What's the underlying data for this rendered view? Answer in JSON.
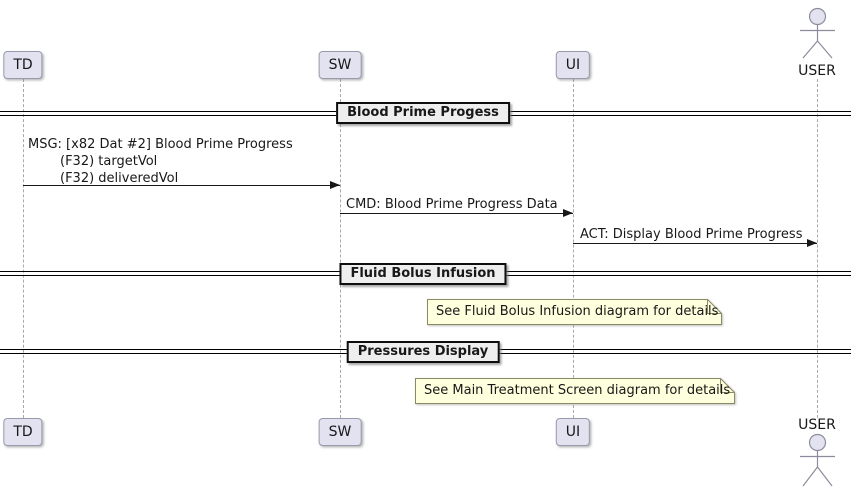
{
  "participants": [
    {
      "name": "TD",
      "type": "participant"
    },
    {
      "name": "SW",
      "type": "participant"
    },
    {
      "name": "UI",
      "type": "participant"
    },
    {
      "name": "USER",
      "type": "actor"
    }
  ],
  "sections": [
    {
      "title": "Blood Prime Progess",
      "messages": [
        {
          "from": "TD",
          "to": "SW",
          "lines": [
            "MSG: [x82 Dat #2] Blood Prime Progress",
            "(F32) targetVol",
            "(F32) deliveredVol"
          ]
        },
        {
          "from": "SW",
          "to": "UI",
          "lines": [
            "CMD: Blood Prime Progress Data"
          ]
        },
        {
          "from": "UI",
          "to": "USER",
          "lines": [
            "ACT: Display Blood Prime Progress"
          ]
        }
      ]
    },
    {
      "title": "Fluid Bolus Infusion",
      "note": "See Fluid Bolus Infusion diagram for details"
    },
    {
      "title": "Pressures Display",
      "note": "See Main Treatment Screen diagram for details"
    }
  ],
  "colors": {
    "participant_fill": "#E2E2F0",
    "participant_border": "#9A9AAC",
    "divider_fill": "#EEEEEE",
    "divider_border": "#0E0E0E",
    "note_fill": "#FEFFDD",
    "note_border": "#8A8A66",
    "lifeline": "#A9A9A9",
    "arrow": "#181818",
    "background": "#FFFFFF"
  }
}
